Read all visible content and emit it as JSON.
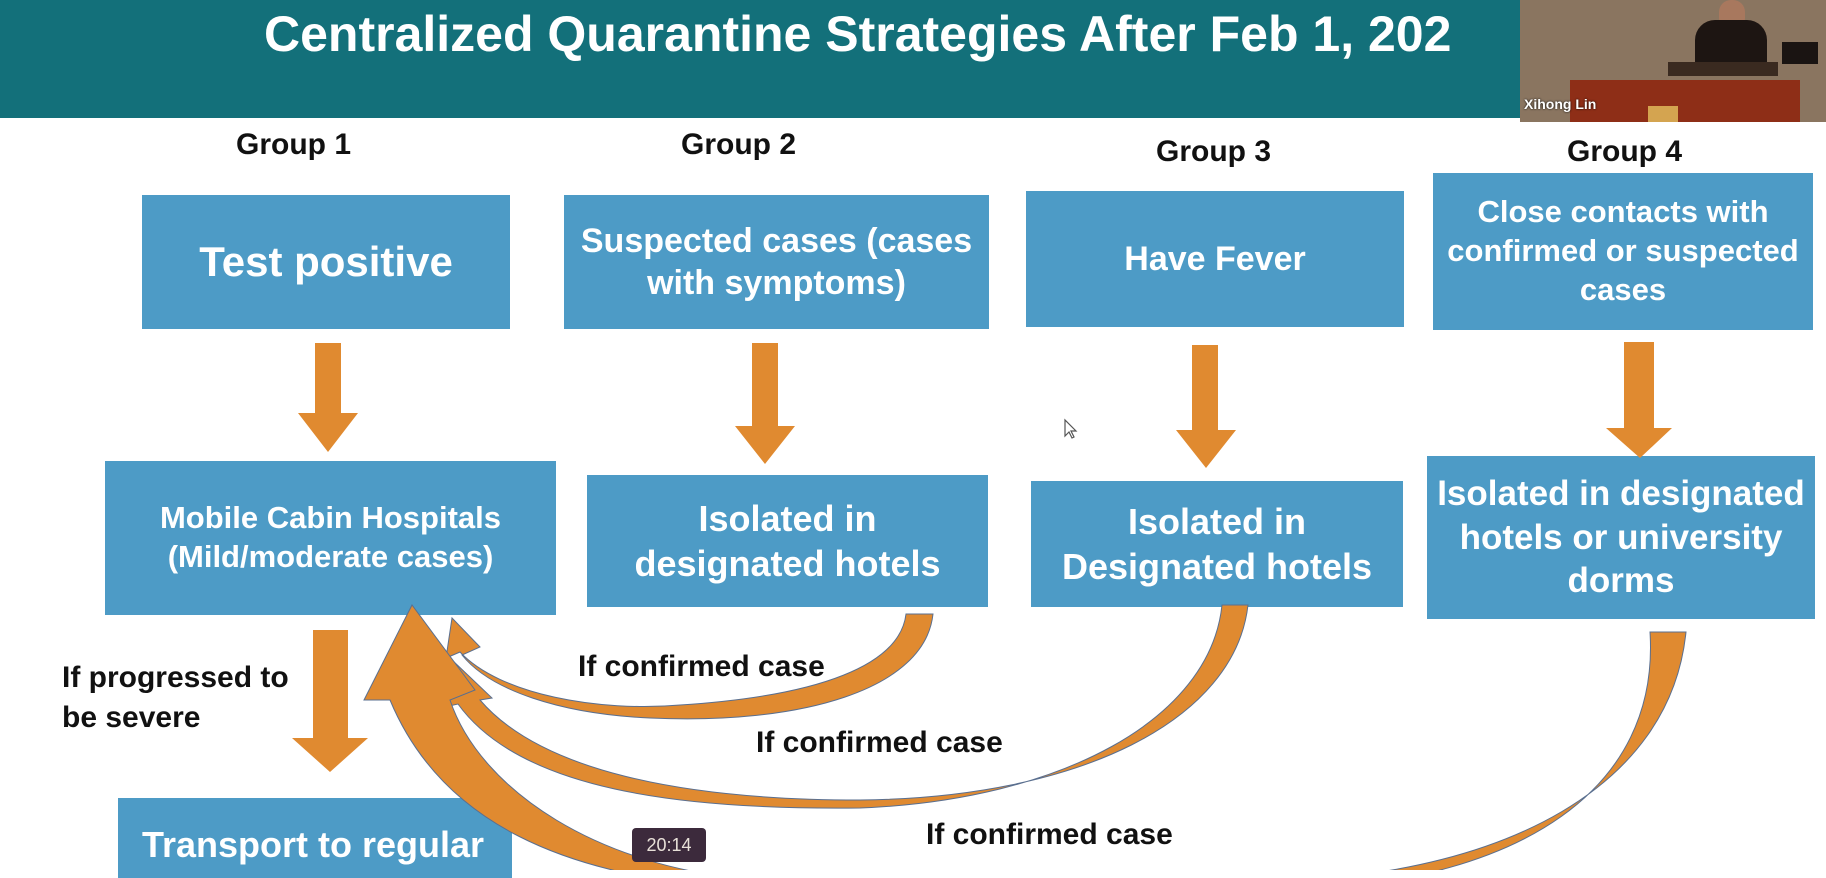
{
  "slide": {
    "title": "Centralized Quarantine Strategies After Feb 1, 202",
    "groups": [
      {
        "label": "Group 1",
        "entry_box": "Test positive",
        "placement_box": "Mobile Cabin Hospitals (Mild/moderate cases)"
      },
      {
        "label": "Group 2",
        "entry_box": "Suspected cases (cases with symptoms)",
        "placement_box": "Isolated in designated hotels"
      },
      {
        "label": "Group 3",
        "entry_box": "Have Fever",
        "placement_box": "Isolated in Designated hotels"
      },
      {
        "label": "Group 4",
        "entry_box": "Close contacts with confirmed or suspected cases",
        "placement_box": "Isolated in designated hotels or university dorms"
      }
    ],
    "progression_label": "If progressed to be severe",
    "progression_box": "Transport to regular",
    "confirmed_labels": [
      "If confirmed case",
      "If confirmed case",
      "If confirmed case"
    ],
    "colors": {
      "header": "#13707a",
      "box": "#4d9bc6",
      "arrow": "#e08a30"
    }
  },
  "video_overlay": {
    "speaker_name": "Xihong Lin"
  },
  "player": {
    "timestamp": "20:14"
  }
}
